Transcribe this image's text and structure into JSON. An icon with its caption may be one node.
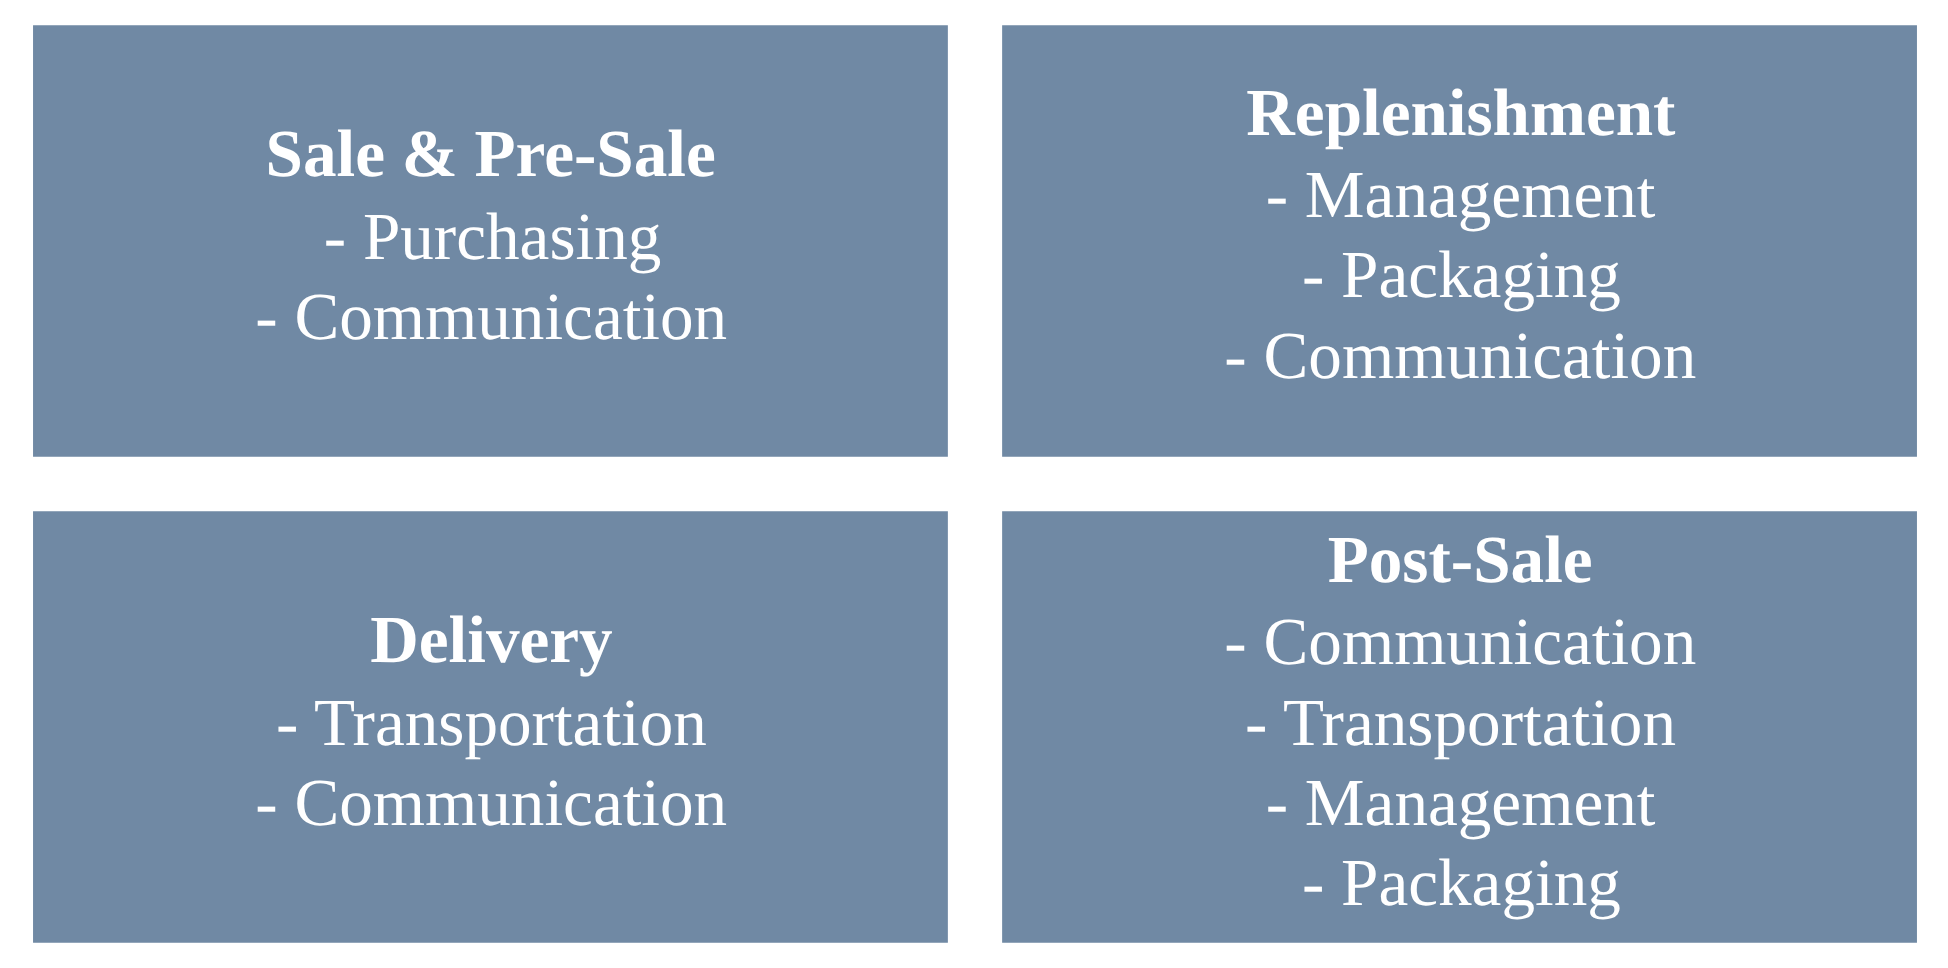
{
  "diagram": {
    "nodes": [
      {
        "text": [
          "Sale & Pre-Sale",
          "- Purchasing",
          "- Communication"
        ]
      },
      {
        "text": [
          "Replenishment",
          "- Management",
          "- Packaging",
          "- Communication"
        ]
      },
      {
        "text": [
          "Delivery",
          "- Transportation",
          "- Communication"
        ]
      },
      {
        "text": [
          "Post-Sale",
          "- Communication",
          "- Transportation",
          "- Management",
          "- Packaging"
        ]
      }
    ]
  }
}
